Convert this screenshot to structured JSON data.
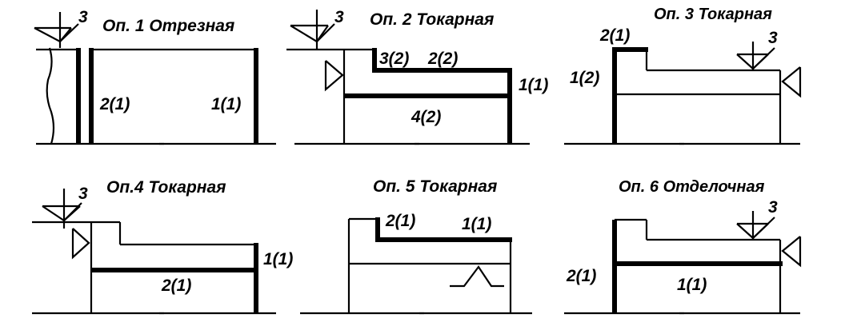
{
  "diagram": {
    "panels": [
      {
        "title": "Оп. 1 Отрезная",
        "sym": "3",
        "labels": [
          "2(1)",
          "1(1)"
        ]
      },
      {
        "title": "Оп. 2 Токарная",
        "sym": "3",
        "labels": [
          "3(2)",
          "2(2)",
          "1(1)",
          "4(2)"
        ]
      },
      {
        "title": "Оп. 3 Токарная",
        "sym": "3",
        "labels": [
          "2(1)",
          "1(2)"
        ]
      },
      {
        "title": "Оп.4 Токарная",
        "sym": "3",
        "labels": [
          "1(1)",
          "2(1)"
        ]
      },
      {
        "title": "Оп. 5 Токарная",
        "labels": [
          "2(1)",
          "1(1)"
        ]
      },
      {
        "title": "Оп. 6 Отделочная",
        "sym": "3",
        "labels": [
          "2(1)",
          "1(1)"
        ]
      }
    ]
  }
}
